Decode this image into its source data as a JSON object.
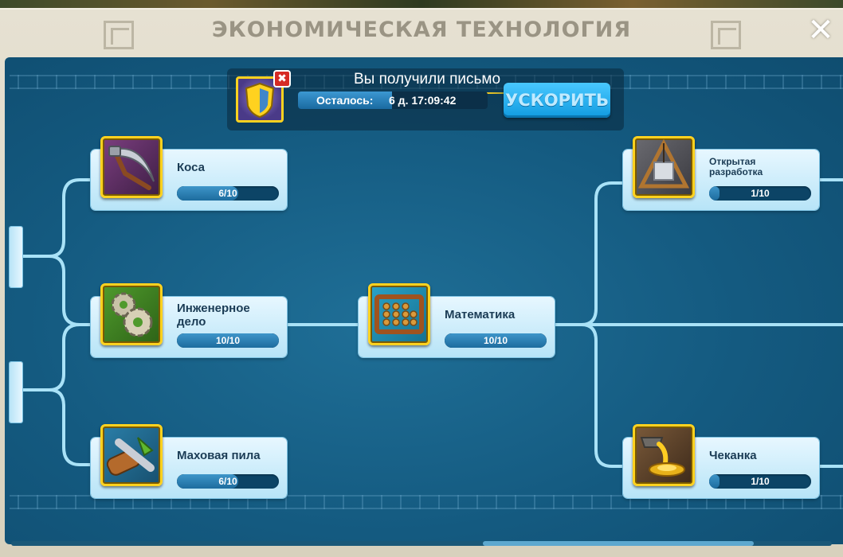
{
  "window": {
    "title": "ЭКОНОМИЧЕСКАЯ ТЕХНОЛОГИЯ",
    "close_icon": "✕"
  },
  "notification": {
    "message": "Вы получили письмо",
    "timer_label": "Осталось:",
    "timer_value": "6 д. 17:09:42",
    "speedup_label": "УСКОРИТЬ",
    "close_glyph": "✖"
  },
  "techs": {
    "kosa": {
      "name": "Коса",
      "level": "6/10",
      "progress": 0.6
    },
    "engineering": {
      "name": "Инженерное дело",
      "level": "10/10",
      "progress": 1.0
    },
    "flywheel_saw": {
      "name": "Маховая пила",
      "level": "6/10",
      "progress": 0.6
    },
    "math": {
      "name": "Математика",
      "level": "10/10",
      "progress": 1.0
    },
    "open_mining": {
      "name": "Открытая разработка",
      "level": "1/10",
      "progress": 0.1
    },
    "minting": {
      "name": "Чеканка",
      "level": "1/10",
      "progress": 0.1
    }
  },
  "colors": {
    "board": "#145a80",
    "node": "#cdeefc",
    "connector": "#a9e2f7",
    "frame_gold": "#ffd21f",
    "button": "#22aef0"
  }
}
